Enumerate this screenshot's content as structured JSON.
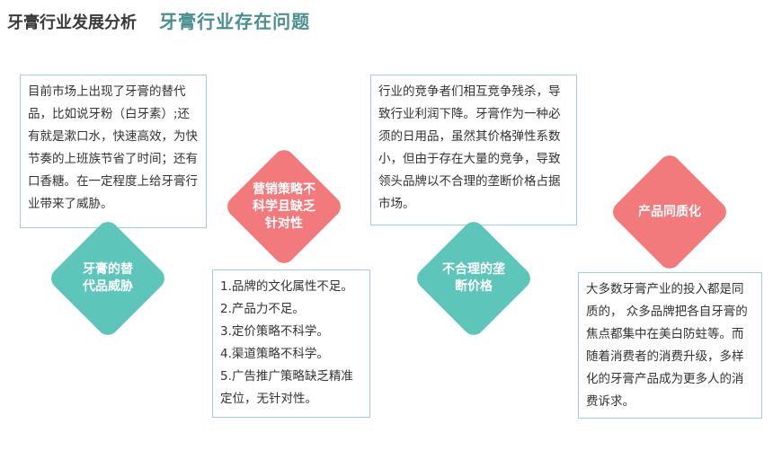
{
  "header": {
    "section": "牙膏行业发展分析",
    "title": "牙膏行业存在问题"
  },
  "items": [
    {
      "label": "牙膏的替代品威胁",
      "label_lines": [
        "牙膏的替",
        "代品威胁"
      ],
      "color": "#5ec5bb",
      "text": "目前市场上出现了牙膏的替代品，比如说牙粉（白牙素）;还有就是漱口水，快速高效，为快节奏的上班族节省了时间；还有口香糖。在一定程度上给牙膏行业带来了威胁。"
    },
    {
      "label": "营销策略不科学且缺乏针对性",
      "label_lines": [
        "营销策略不",
        "科学且缺乏",
        "针对性"
      ],
      "color": "#f27a7c",
      "list": [
        "1.品牌的文化属性不足。",
        "2.产品力不足。",
        "3.定价策略不科学。",
        "4.渠道策略不科学。",
        "5.广告推广策略缺乏精准定位，无针对性。"
      ]
    },
    {
      "label": "不合理的垄断价格",
      "label_lines": [
        "不合理的垄",
        "断价格"
      ],
      "color": "#5ec5bb",
      "text": "行业的竞争者们相互竞争残杀，导致行业利润下降。牙膏作为一种必须的日用品，虽然其价格弹性系数小，但由于存在大量的竞争，导致领头品牌以不合理的垄断价格占据市场。"
    },
    {
      "label": "产品同质化",
      "label_lines": [
        "产品同质化"
      ],
      "color": "#f27a7c",
      "text": "大多数牙膏产业的投入都是同质的， 众多品牌把各自牙膏的焦点都集中在美白防蛀等。而随着消费者的消费升级，多样化的牙膏产品成为更多人的消费诉求。"
    }
  ]
}
